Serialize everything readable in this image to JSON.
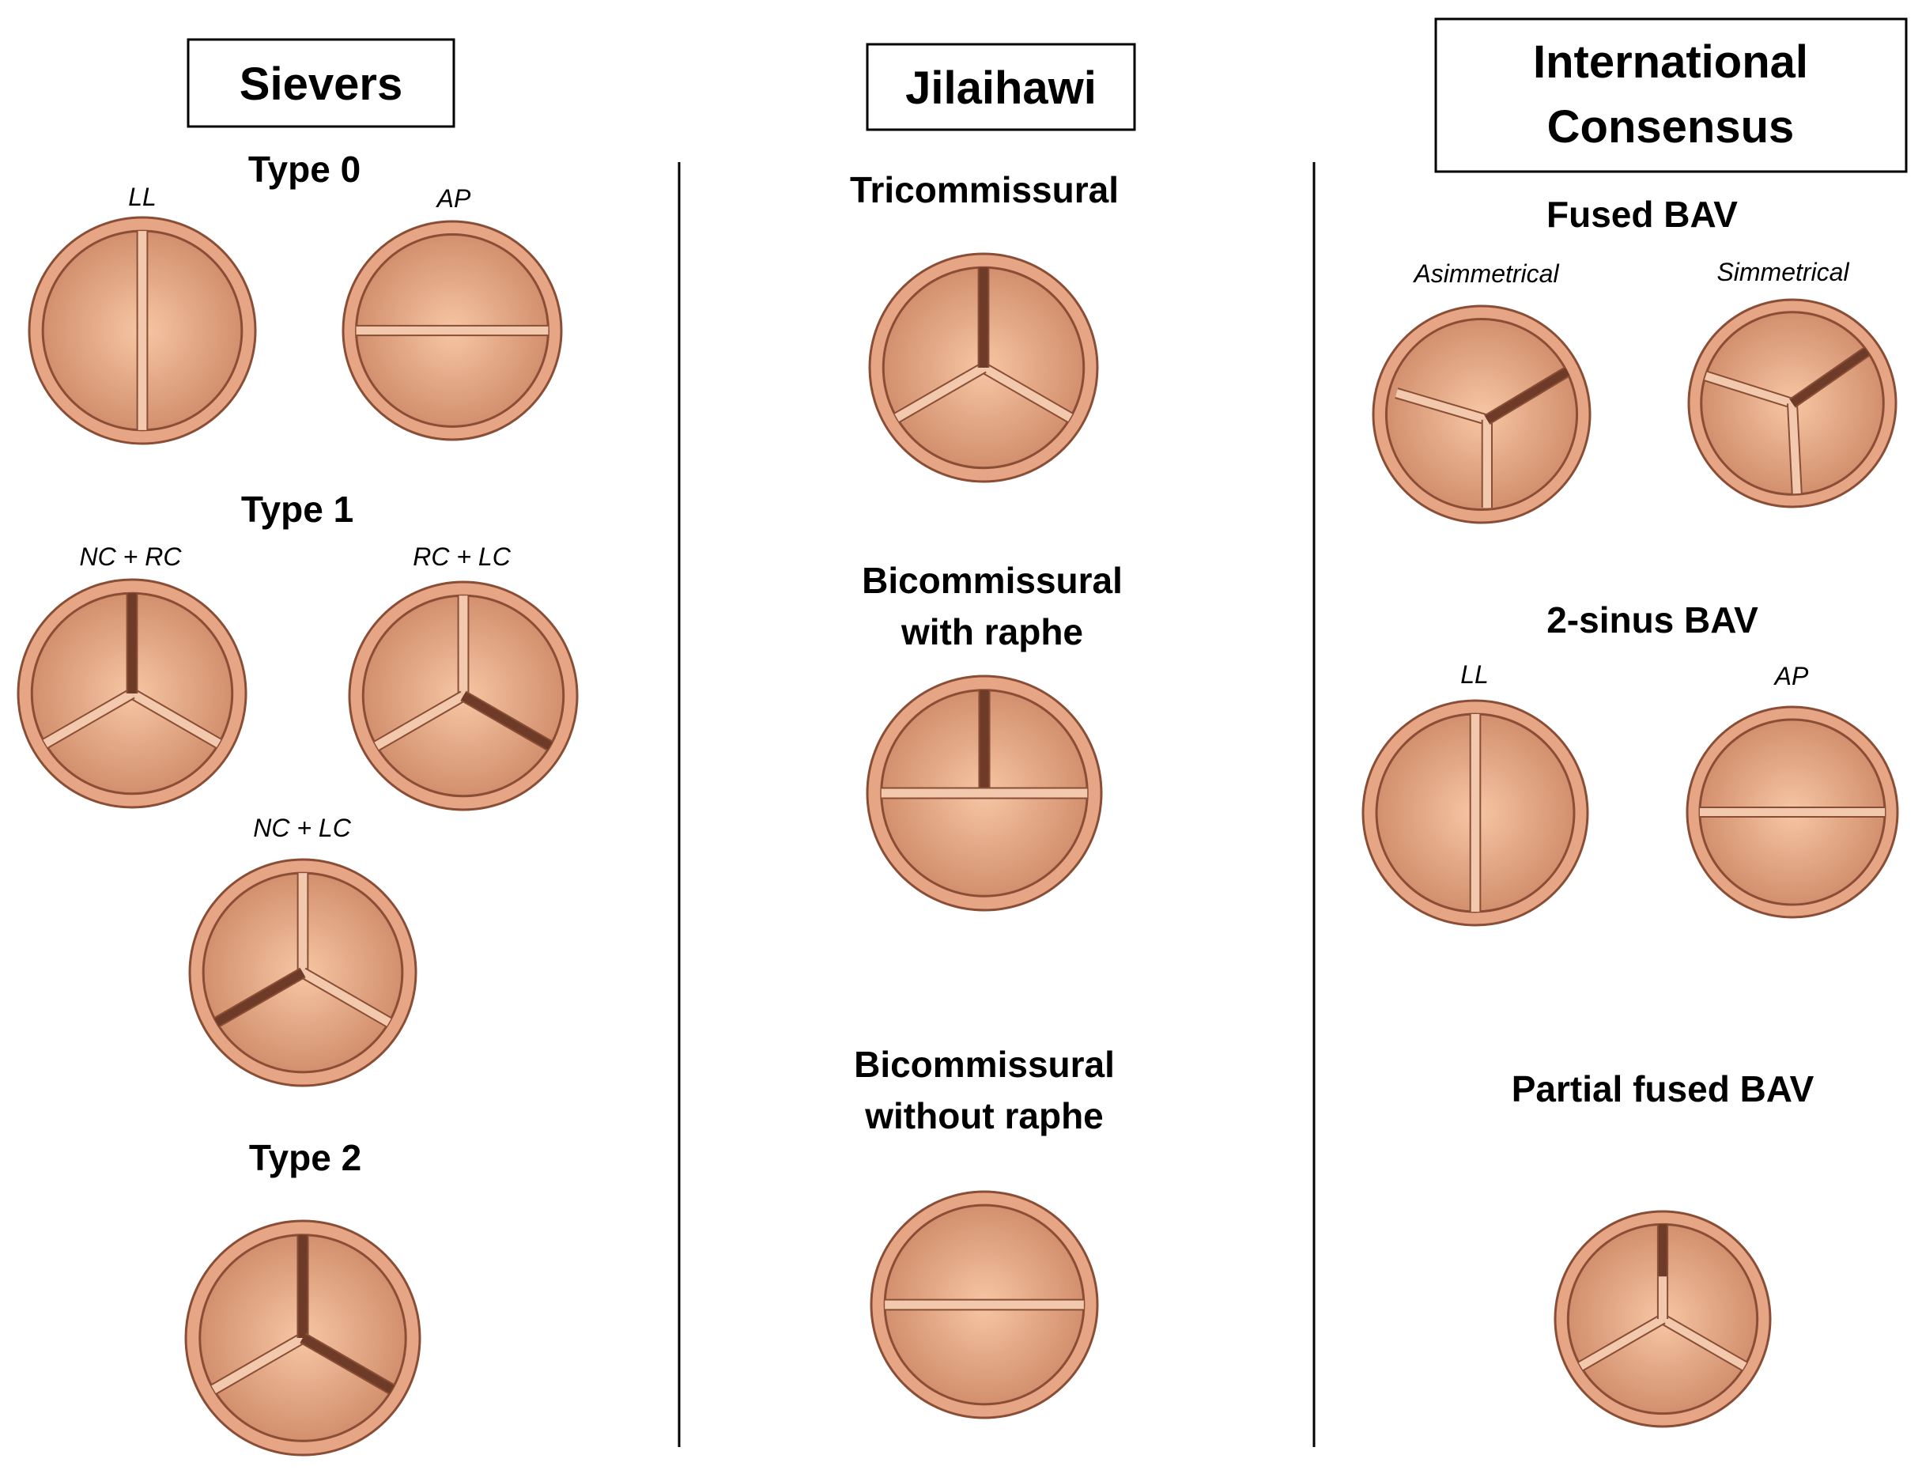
{
  "colors": {
    "annulus_fill": "#e6a584",
    "annulus_stroke": "#8a4e36",
    "leaflet_center": "#f6c6a4",
    "leaflet_edge": "#cf8a68",
    "commissure_fill": "#f3c9ad",
    "raphe_fill": "#6e3b28"
  },
  "columns": [
    {
      "title_lines": [
        "Sievers"
      ],
      "sections": [
        {
          "title": "Type 0",
          "valves": [
            {
              "label": "LL",
              "pattern": "bicuspid-vertical"
            },
            {
              "label": "AP",
              "pattern": "bicuspid-horizontal"
            }
          ]
        },
        {
          "title": "Type 1",
          "valves": [
            {
              "label": "NC + RC",
              "pattern": "raphe-top"
            },
            {
              "label": "RC + LC",
              "pattern": "raphe-lower-right"
            },
            {
              "label": "NC + LC",
              "pattern": "raphe-lower-left"
            }
          ]
        },
        {
          "title": "Type 2",
          "valves": [
            {
              "label": "",
              "pattern": "raphe-top-and-lower-right"
            }
          ]
        }
      ]
    },
    {
      "title_lines": [
        "Jilaihawi"
      ],
      "sections": [
        {
          "title_lines": [
            "Tricommissural"
          ],
          "valves": [
            {
              "label": "",
              "pattern": "raphe-top"
            }
          ]
        },
        {
          "title_lines": [
            "Bicommissural",
            "with raphe"
          ],
          "valves": [
            {
              "label": "",
              "pattern": "horizontal-with-raphe"
            }
          ]
        },
        {
          "title_lines": [
            "Bicommissural",
            "without raphe"
          ],
          "valves": [
            {
              "label": "",
              "pattern": "bicuspid-horizontal"
            }
          ]
        }
      ]
    },
    {
      "title_lines": [
        "International",
        "Consensus"
      ],
      "sections": [
        {
          "title": "Fused BAV",
          "valves": [
            {
              "label": "Asimmetrical",
              "pattern": "fused-asymmetric"
            },
            {
              "label": "Simmetrical",
              "pattern": "fused-symmetric"
            }
          ]
        },
        {
          "title": "2-sinus BAV",
          "valves": [
            {
              "label": "LL",
              "pattern": "bicuspid-vertical"
            },
            {
              "label": "AP",
              "pattern": "bicuspid-horizontal"
            }
          ]
        },
        {
          "title": "Partial fused BAV",
          "valves": [
            {
              "label": "",
              "pattern": "partial-fused"
            }
          ]
        }
      ]
    }
  ]
}
